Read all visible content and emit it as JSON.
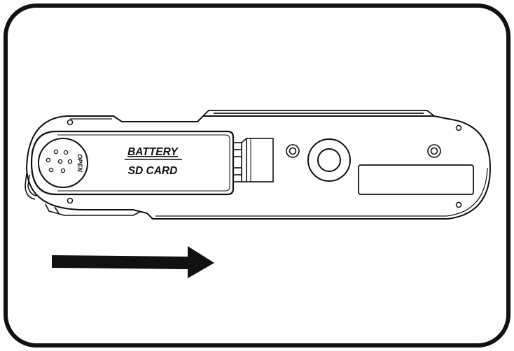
{
  "figure": {
    "battery_label": "BATTERY",
    "sd_card_label": "SD CARD",
    "open_label": "OPEN",
    "colors": {
      "line": "#111111",
      "background": "#ffffff"
    },
    "icons": [
      "speaker-icon",
      "tripod-socket-icon",
      "direction-arrow-icon"
    ]
  }
}
